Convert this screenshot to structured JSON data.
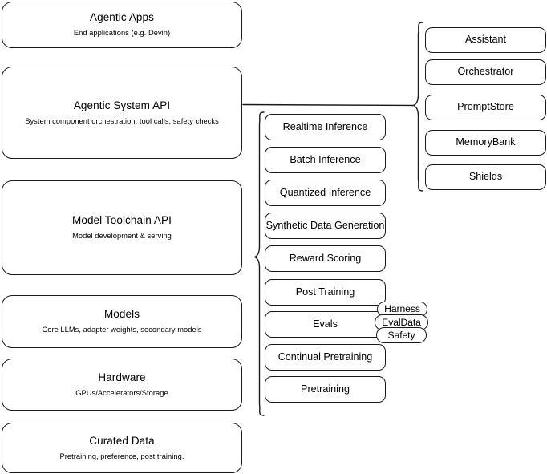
{
  "diagram": {
    "title": "AI stack layers",
    "stroke_color": "#1a1a1a",
    "background_color": "#ffffff"
  },
  "layers": [
    {
      "name": "agentic-apps",
      "title": "Agentic Apps",
      "subtitle": "End applications (e.g. Devin)"
    },
    {
      "name": "agentic-system-api",
      "title": "Agentic System API",
      "subtitle": "System component orchestration, tool calls, safety checks"
    },
    {
      "name": "model-toolchain-api",
      "title": "Model Toolchain API",
      "subtitle": "Model development & serving"
    },
    {
      "name": "models",
      "title": "Models",
      "subtitle": "Core LLMs, adapter weights, secondary models"
    },
    {
      "name": "hardware",
      "title": "Hardware",
      "subtitle": "GPUs/Accelerators/Storage"
    },
    {
      "name": "curated-data",
      "title": "Curated Data",
      "subtitle": "Pretraining, preference, post training."
    }
  ],
  "toolchain_items": [
    {
      "name": "realtime-inference",
      "label": "Realtime Inference"
    },
    {
      "name": "batch-inference",
      "label": "Batch Inference"
    },
    {
      "name": "quantized-inference",
      "label": "Quantized Inference"
    },
    {
      "name": "synthetic-data-generation",
      "label": "Synthetic Data Generation"
    },
    {
      "name": "reward-scoring",
      "label": "Reward Scoring"
    },
    {
      "name": "post-training",
      "label": "Post Training"
    },
    {
      "name": "evals",
      "label": "Evals"
    },
    {
      "name": "continual-pretraining",
      "label": "Continual Pretraining"
    },
    {
      "name": "pretraining",
      "label": "Pretraining"
    }
  ],
  "evals_subitems": [
    {
      "name": "harness",
      "label": "Harness"
    },
    {
      "name": "evaldata",
      "label": "EvalData"
    },
    {
      "name": "safety",
      "label": "Safety"
    }
  ],
  "system_components": [
    {
      "name": "assistant",
      "label": "Assistant"
    },
    {
      "name": "orchestrator",
      "label": "Orchestrator"
    },
    {
      "name": "promptstore",
      "label": "PromptStore"
    },
    {
      "name": "memorybank",
      "label": "MemoryBank"
    },
    {
      "name": "shields",
      "label": "Shields"
    }
  ]
}
